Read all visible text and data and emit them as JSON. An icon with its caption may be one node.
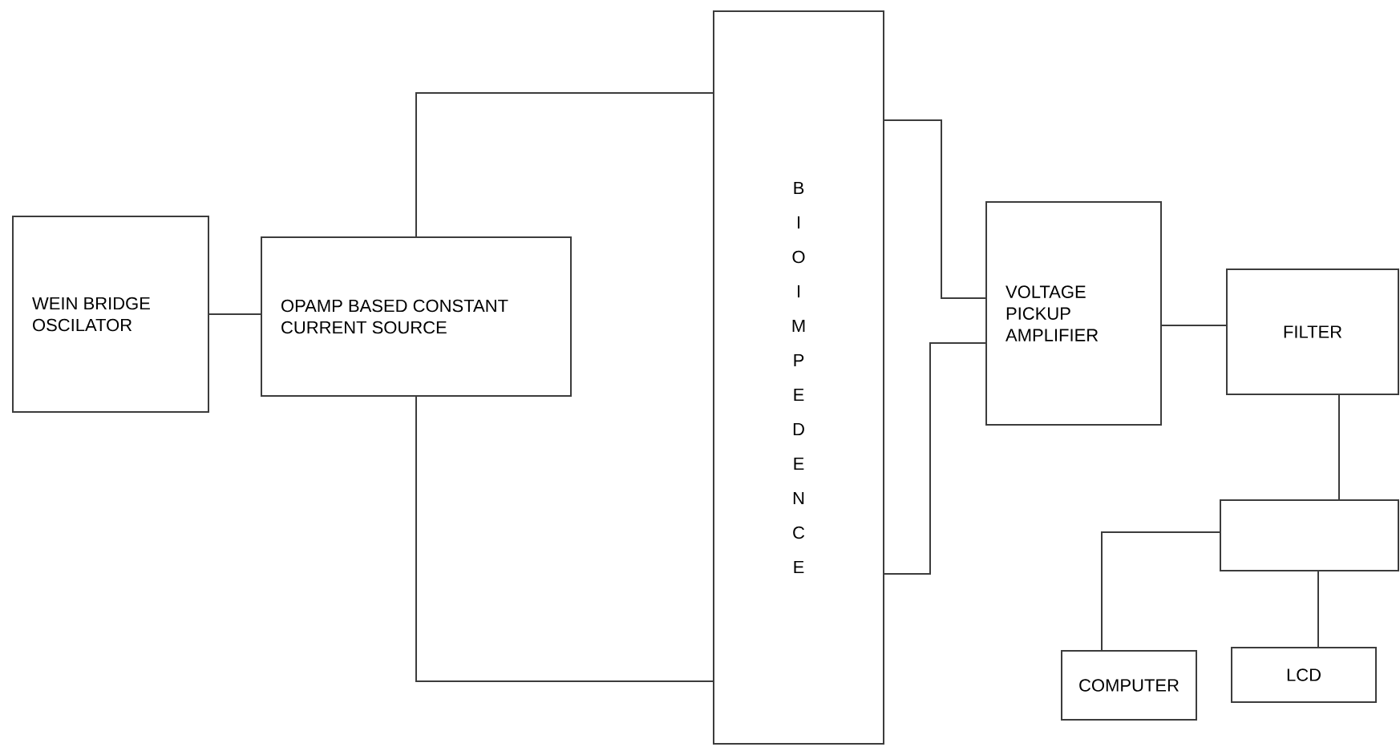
{
  "diagram": {
    "nodes": [
      {
        "text": [
          "WEIN BRIDGE OSCILATOR"
        ]
      },
      {
        "text": [
          "OPAMP BASED CONSTANT CURRENT SOURCE"
        ]
      },
      {
        "text": [
          "BIO IMPEDENCE"
        ]
      },
      {
        "text": [
          "VOLTAGE PICKUP AMPLIFIER"
        ]
      },
      {
        "text": [
          "FILTER"
        ]
      },
      {
        "text": [],
        "shape": "box"
      },
      {
        "text": [
          "COMPUTER"
        ]
      },
      {
        "text": [
          "LCD"
        ]
      }
    ],
    "edges": [
      {
        "from": 0,
        "to": 1,
        "arrow": "none"
      },
      {
        "from": 1,
        "to": 2,
        "arrow": "none"
      },
      {
        "from": 1,
        "to": 2,
        "arrow": "none"
      },
      {
        "from": 2,
        "to": 3,
        "arrow": "none"
      },
      {
        "from": 2,
        "to": 3,
        "arrow": "none"
      },
      {
        "from": 3,
        "to": 4,
        "arrow": "none"
      },
      {
        "from": 4,
        "to": 5,
        "arrow": "none"
      },
      {
        "from": 5,
        "to": 6,
        "arrow": "none"
      },
      {
        "from": 5,
        "to": 7,
        "arrow": "none"
      }
    ]
  }
}
